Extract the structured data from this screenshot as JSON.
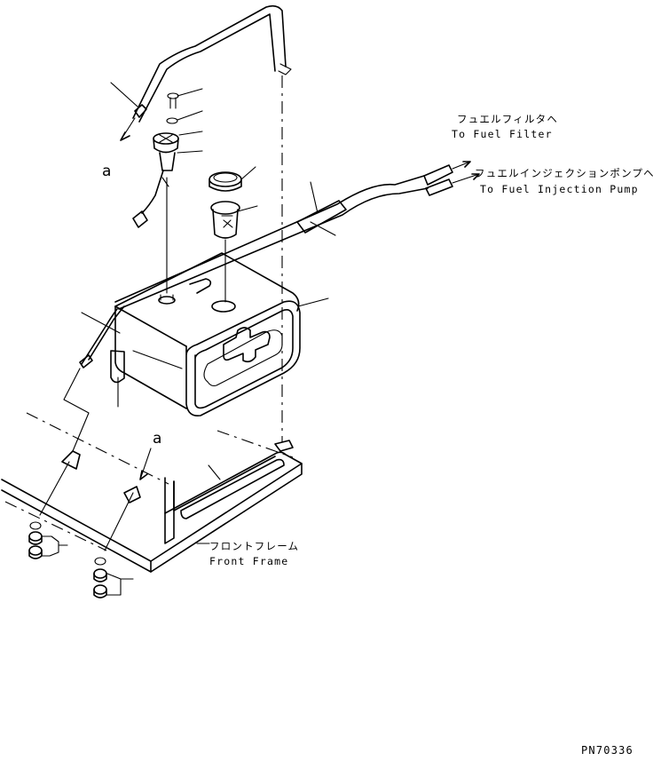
{
  "labels": {
    "fuel_filter_jp": "フュエルフィルタヘ",
    "fuel_filter_en": "To Fuel Filter",
    "injection_pump_jp": "フュエルインジェクションポンプヘ",
    "injection_pump_en": "To Fuel Injection Pump",
    "front_frame_jp": "フロントフレーム",
    "front_frame_en": "Front Frame",
    "ref_a_top": "a",
    "ref_a_bottom": "a",
    "drawing_number": "PN70336"
  }
}
